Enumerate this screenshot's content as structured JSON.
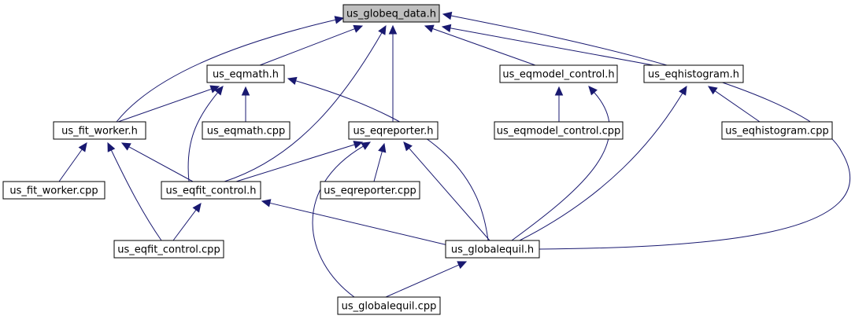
{
  "diagram": {
    "type": "include-dependency-graph",
    "nodes": [
      {
        "id": "us_globeq_data_h",
        "label": "us_globeq_data.h",
        "focus": true
      },
      {
        "id": "us_eqmath_h",
        "label": "us_eqmath.h"
      },
      {
        "id": "us_eqmodel_control_h",
        "label": "us_eqmodel_control.h"
      },
      {
        "id": "us_eqhistogram_h",
        "label": "us_eqhistogram.h"
      },
      {
        "id": "us_fit_worker_h",
        "label": "us_fit_worker.h"
      },
      {
        "id": "us_eqmath_cpp",
        "label": "us_eqmath.cpp"
      },
      {
        "id": "us_eqreporter_h",
        "label": "us_eqreporter.h"
      },
      {
        "id": "us_eqmodel_control_cpp",
        "label": "us_eqmodel_control.cpp"
      },
      {
        "id": "us_eqhistogram_cpp",
        "label": "us_eqhistogram.cpp"
      },
      {
        "id": "us_fit_worker_cpp",
        "label": "us_fit_worker.cpp"
      },
      {
        "id": "us_eqfit_control_h",
        "label": "us_eqfit_control.h"
      },
      {
        "id": "us_eqreporter_cpp",
        "label": "us_eqreporter.cpp"
      },
      {
        "id": "us_eqfit_control_cpp",
        "label": "us_eqfit_control.cpp"
      },
      {
        "id": "us_globalequil_h",
        "label": "us_globalequil.h"
      },
      {
        "id": "us_globalequil_cpp",
        "label": "us_globalequil.cpp"
      }
    ],
    "edges": [
      {
        "from": "us_eqmath_h",
        "to": "us_globeq_data_h"
      },
      {
        "from": "us_eqmodel_control_h",
        "to": "us_globeq_data_h"
      },
      {
        "from": "us_eqhistogram_h",
        "to": "us_globeq_data_h"
      },
      {
        "from": "us_fit_worker_h",
        "to": "us_globeq_data_h"
      },
      {
        "from": "us_eqreporter_h",
        "to": "us_globeq_data_h"
      },
      {
        "from": "us_eqfit_control_h",
        "to": "us_globeq_data_h"
      },
      {
        "from": "us_globalequil_h",
        "to": "us_globeq_data_h"
      },
      {
        "from": "us_fit_worker_h",
        "to": "us_eqmath_h"
      },
      {
        "from": "us_eqmath_cpp",
        "to": "us_eqmath_h"
      },
      {
        "from": "us_eqfit_control_h",
        "to": "us_eqmath_h"
      },
      {
        "from": "us_globalequil_h",
        "to": "us_eqmath_h"
      },
      {
        "from": "us_eqmodel_control_cpp",
        "to": "us_eqmodel_control_h"
      },
      {
        "from": "us_globalequil_h",
        "to": "us_eqmodel_control_h"
      },
      {
        "from": "us_eqhistogram_cpp",
        "to": "us_eqhistogram_h"
      },
      {
        "from": "us_globalequil_h",
        "to": "us_eqhistogram_h"
      },
      {
        "from": "us_fit_worker_cpp",
        "to": "us_fit_worker_h"
      },
      {
        "from": "us_eqfit_control_h",
        "to": "us_fit_worker_h"
      },
      {
        "from": "us_eqfit_control_cpp",
        "to": "us_fit_worker_h"
      },
      {
        "from": "us_eqfit_control_h",
        "to": "us_eqreporter_h"
      },
      {
        "from": "us_eqreporter_cpp",
        "to": "us_eqreporter_h"
      },
      {
        "from": "us_globalequil_h",
        "to": "us_eqreporter_h"
      },
      {
        "from": "us_globalequil_cpp",
        "to": "us_eqreporter_h"
      },
      {
        "from": "us_eqfit_control_cpp",
        "to": "us_eqfit_control_h"
      },
      {
        "from": "us_globalequil_h",
        "to": "us_eqfit_control_h"
      },
      {
        "from": "us_globalequil_cpp",
        "to": "us_globalequil_h"
      }
    ],
    "colors": {
      "edge": "#191970",
      "focus_fill": "#bfbfbf",
      "node_fill": "#ffffff",
      "node_border": "#000000"
    }
  }
}
